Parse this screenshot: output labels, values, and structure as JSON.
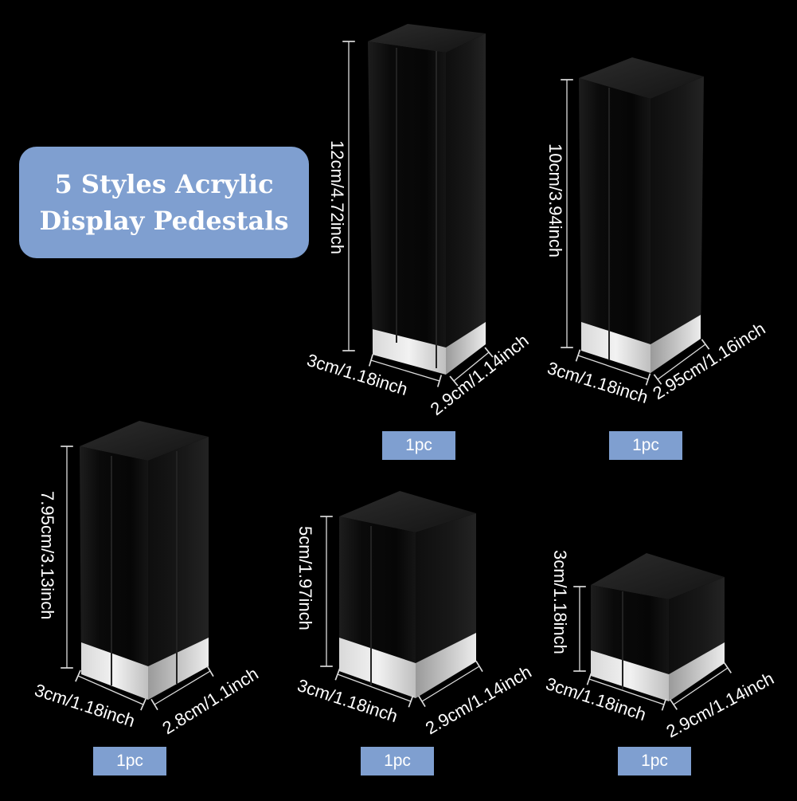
{
  "title": {
    "line1": "5 Styles Acrylic",
    "line2": "Display Pedestals"
  },
  "colors": {
    "background": "#000000",
    "accent": "#7f9fd0",
    "text": "#ffffff"
  },
  "pedestals": [
    {
      "height": "12cm/4.72inch",
      "width": "3cm/1.18inch",
      "depth": "2.9cm/1.14inch",
      "quantity": "1pc"
    },
    {
      "height": "10cm/3.94inch",
      "width": "3cm/1.18inch",
      "depth": "2.95cm/1.16inch",
      "quantity": "1pc"
    },
    {
      "height": "7.95cm/3.13inch",
      "width": "3cm/1.18inch",
      "depth": "2.8cm/1.1inch",
      "quantity": "1pc"
    },
    {
      "height": "5cm/1.97inch",
      "width": "3cm/1.18inch",
      "depth": "2.9cm/1.14inch",
      "quantity": "1pc"
    },
    {
      "height": "3cm/1.18inch",
      "width": "3cm/1.18inch",
      "depth": "2.9cm/1.14inch",
      "quantity": "1pc"
    }
  ]
}
